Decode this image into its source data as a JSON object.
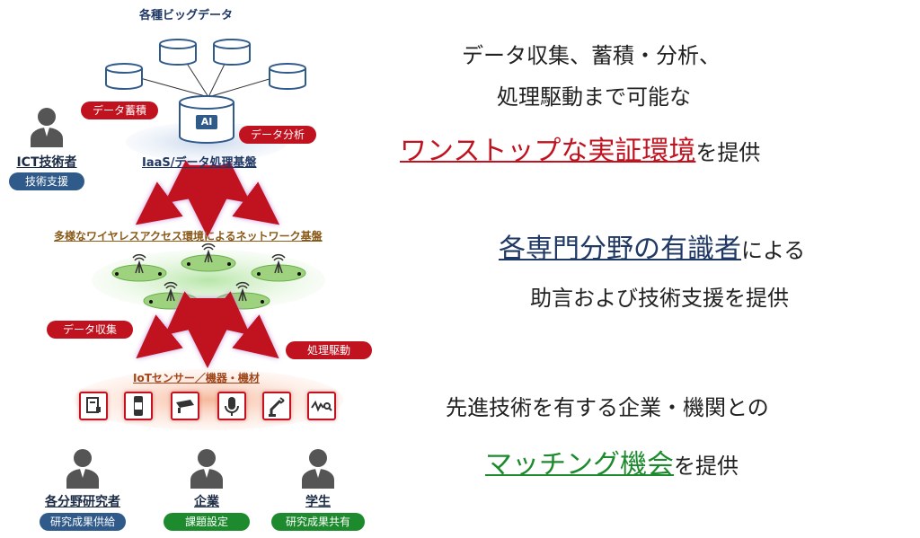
{
  "diagram": {
    "big_data_title": "各種ビッグデータ",
    "ai_label": "AI",
    "tag_store": "データ蓄積",
    "tag_analysis": "データ分析",
    "iaas_label": "IaaS/データ処理基盤",
    "ict_name": "ICT技術者",
    "ict_role": "技術支援",
    "network_label": "多様なワイヤレスアクセス環境によるネットワーク基盤",
    "tag_collect": "データ収集",
    "tag_drive": "処理駆動",
    "iot_label": "IoTセンサー／機器・機材",
    "people": [
      {
        "name": "各分野研究者",
        "role": "研究成果供給"
      },
      {
        "name": "企業",
        "role": "課題設定"
      },
      {
        "name": "学生",
        "role": "研究成果共有"
      }
    ]
  },
  "right": {
    "line1": "データ収集、蓄積・分析、",
    "line2": "処理駆動まで可能な",
    "line3_hl": "ワンストップな実証環境",
    "line3_rest": "を提供",
    "line4_hl": "各専門分野の有識者",
    "line4_rest": "による",
    "line5": "助言および技術支援を提供",
    "line6": "先進技術を有する企業・機関との",
    "line7_hl": "マッチング機会",
    "line7_rest": "を提供"
  },
  "colors": {
    "accent_red": "#c0131f",
    "navy": "#1f3864",
    "green": "#1d8a2e"
  }
}
